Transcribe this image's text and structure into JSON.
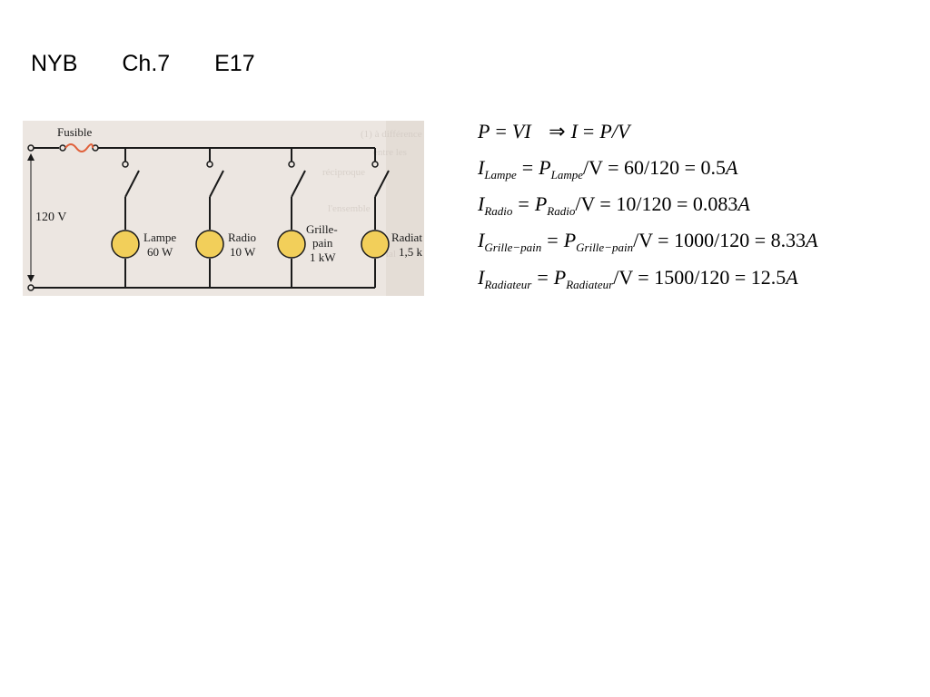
{
  "header": {
    "course": "NYB",
    "chapter": "Ch.7",
    "exercise": "E17"
  },
  "circuit": {
    "fuse_label": "Fusible",
    "voltage_label": "120 V",
    "loads": [
      {
        "name": "Lampe",
        "power": "60 W"
      },
      {
        "name": "Radio",
        "power": "10 W"
      },
      {
        "name_line1": "Grille-",
        "name_line2": "pain",
        "power": "1 kW"
      },
      {
        "name": "Radiat",
        "power": "1,5 k"
      }
    ],
    "colors": {
      "paper": "#ece6e1",
      "bulb": "#f2cf5a",
      "fuse": "#e0603a"
    }
  },
  "equations": {
    "eq1": {
      "lhs": "P",
      "eq": "=",
      "rhs": "VI",
      "implies": "⇒",
      "lhs2": "I",
      "eq2": "=",
      "rhs2": "P/V"
    },
    "eq2": {
      "var": "I",
      "sub": "Lampe",
      "p": "P",
      "psub": "Lampe",
      "rest": "/V = 60/120 = 0.5",
      "unit": "A"
    },
    "eq3": {
      "var": "I",
      "sub": "Radio",
      "p": "P",
      "psub": "Radio",
      "rest": "/V = 10/120 = 0.083",
      "unit": "A"
    },
    "eq4": {
      "var": "I",
      "sub": "Grille−pain",
      "p": "P",
      "psub": "Grille−pain",
      "rest": "/V = 1000/120 = 8.33",
      "unit": "A"
    },
    "eq5": {
      "var": "I",
      "sub": "Radiateur",
      "p": "P",
      "psub": "Radiateur",
      "rest": "/V = 1500/120 = 12.5",
      "unit": "A"
    }
  }
}
